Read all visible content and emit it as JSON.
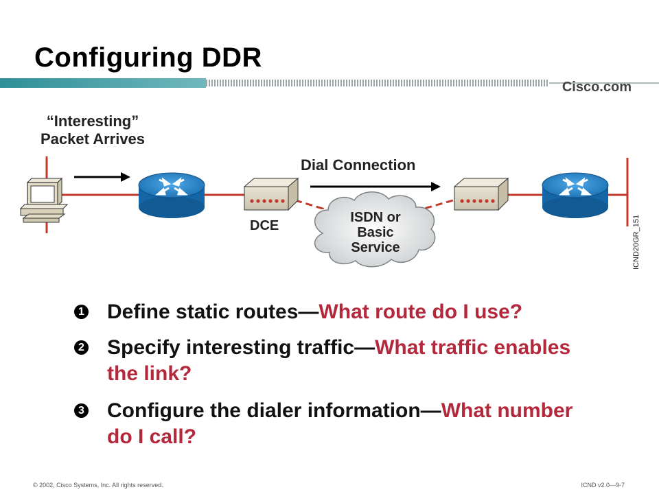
{
  "slide": {
    "title": "Configuring  DDR",
    "brand": "Cisco.com"
  },
  "diagram": {
    "packet_label_line1": "“Interesting”",
    "packet_label_line2": "Packet Arrives",
    "dial_label": "Dial Connection",
    "dce_label": "DCE",
    "cloud_line1": "ISDN or",
    "cloud_line2": "Basic",
    "cloud_line3": "Service",
    "figure_code": "ICND20GR_151"
  },
  "bullets": [
    {
      "number": "1",
      "black": "Define static routes—",
      "red": "What route do I use?"
    },
    {
      "number": "2",
      "black": "Specify interesting traffic—",
      "red": "What traffic enables the link?"
    },
    {
      "number": "3",
      "black": "Configure the dialer information—",
      "red": "What number do I call?"
    }
  ],
  "footer": {
    "copyright": "© 2002, Cisco Systems, Inc. All rights reserved.",
    "course_page": "ICND v2.0—9-7"
  },
  "colors": {
    "accent_red": "#b3283b",
    "line_red": "#c0392b",
    "router_blue": "#1f80c9",
    "teal_band": "#3f9aa0"
  }
}
